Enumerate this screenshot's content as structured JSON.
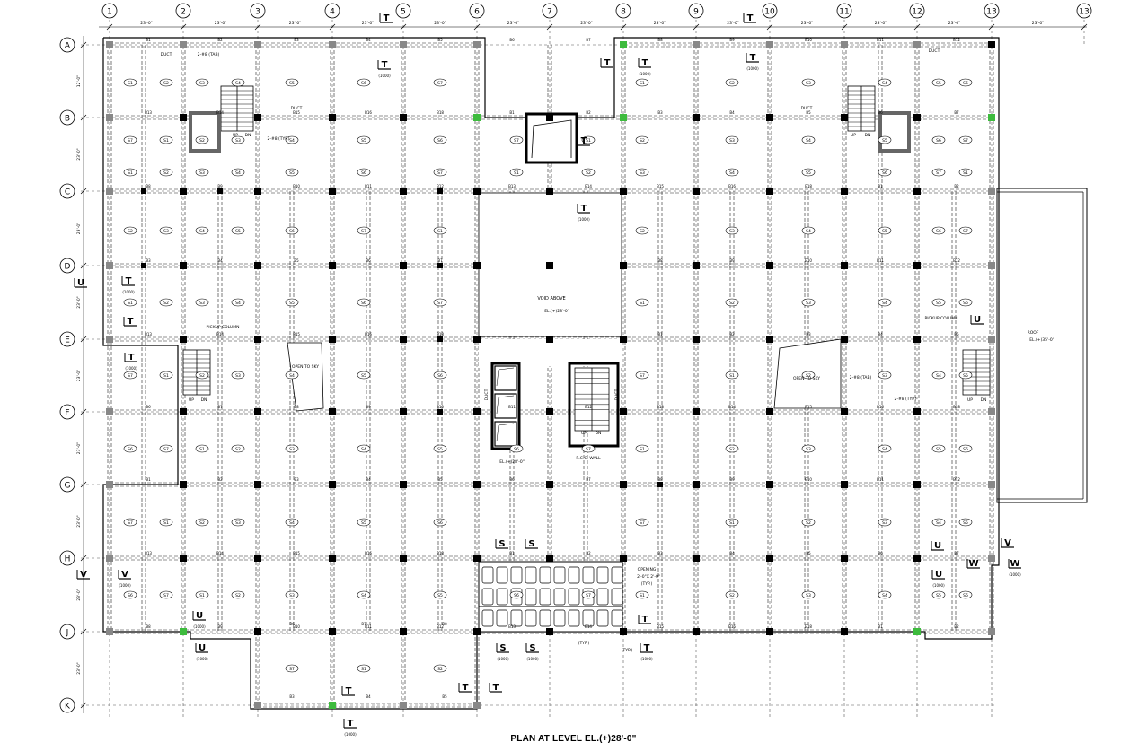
{
  "grid": {
    "columns": [
      "1",
      "2",
      "3",
      "4",
      "5",
      "6",
      "7",
      "8",
      "9",
      "10",
      "11",
      "12",
      "13",
      "13"
    ],
    "rows": [
      "A",
      "B",
      "C",
      "D",
      "E",
      "F",
      "G",
      "H",
      "J",
      "K"
    ],
    "dimensions_top": [
      "23'-0\"",
      "23'-0\"",
      "23'-0\"",
      "23'-0\"",
      "23'-0\"",
      "23'-0\"",
      "23'-0\"",
      "23'-0\"",
      "23'-0\"",
      "23'-0\"",
      "23'-0\"",
      "23'-0\"",
      "23'-0\""
    ],
    "dimensions_side": [
      "12'-0\"",
      "23'-0\"",
      "23'-0\"",
      "23'-0\"",
      "23'-0\"",
      "23'-0\"",
      "23'-0\"",
      "23'-0\"",
      "23'-0\""
    ]
  },
  "labels": {
    "void_above": "VOID ABOVE",
    "void_level": "EL.(+)28'-0\"",
    "open_to_sky_left": "OPEN TO SKY",
    "open_to_sky_right": "OPEN TO SKY",
    "pickup_column_left": "PICKUP COLUMN",
    "pickup_column_right": "PICKUP COLUMN",
    "duct": "DUCT",
    "roof": "ROOF",
    "roof_level": "EL.(+)35'-0\"",
    "rcc_wall": "R.C.C. WALL",
    "lift_level": "EL.(+)28'-0\"",
    "opening": "OPENING",
    "opening_size": "2'-0\"X 2'-0\"",
    "opening_typ": "(TYP.)",
    "up": "UP",
    "dn": "DN",
    "typ": "(TYP.)"
  },
  "bars": {
    "b1": "2-#8 (TAB)",
    "b2": "2-#8 (TYP.)"
  },
  "beam_tags": [
    "B1",
    "B2",
    "B3",
    "B4",
    "B5",
    "B6",
    "B7",
    "B8",
    "B9",
    "B10",
    "B11",
    "B12",
    "B13",
    "B14",
    "B15",
    "B16",
    "B18"
  ],
  "slab_tags": [
    "S1",
    "S2",
    "S3",
    "S4",
    "S5",
    "S6",
    "S7"
  ],
  "section_marks": [
    "T",
    "T",
    "T",
    "T",
    "T",
    "T",
    "T",
    "T",
    "T",
    "T",
    "T",
    "U",
    "U",
    "U",
    "U",
    "U",
    "V",
    "V",
    "V",
    "W",
    "W",
    "S",
    "S",
    "S",
    "S"
  ],
  "section_refs": [
    "(1000)",
    "(1000)",
    "(1000)",
    "(1000)",
    "(1000)",
    "(1000)",
    "(1000)",
    "(1000)",
    "(1000)",
    "(1000)",
    "(1000)"
  ],
  "title": "PLAN AT LEVEL EL.(+)28'-0\""
}
